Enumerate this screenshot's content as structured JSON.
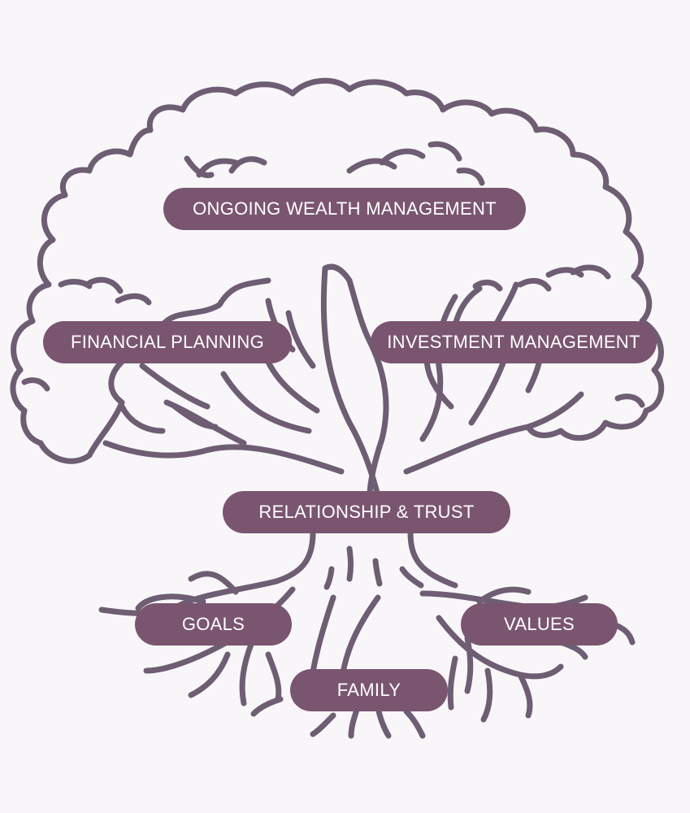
{
  "colors": {
    "background": "#f8f6f9",
    "line": "#6e5d73",
    "pill": "#7a5570",
    "pill_text": "#ffffff"
  },
  "labels": {
    "ongoing": "ONGOING WEALTH MANAGEMENT",
    "financial": "FINANCIAL PLANNING",
    "investment": "INVESTMENT MANAGEMENT",
    "relationship": "RELATIONSHIP & TRUST",
    "goals": "GOALS",
    "values": "VALUES",
    "family": "FAMILY"
  }
}
